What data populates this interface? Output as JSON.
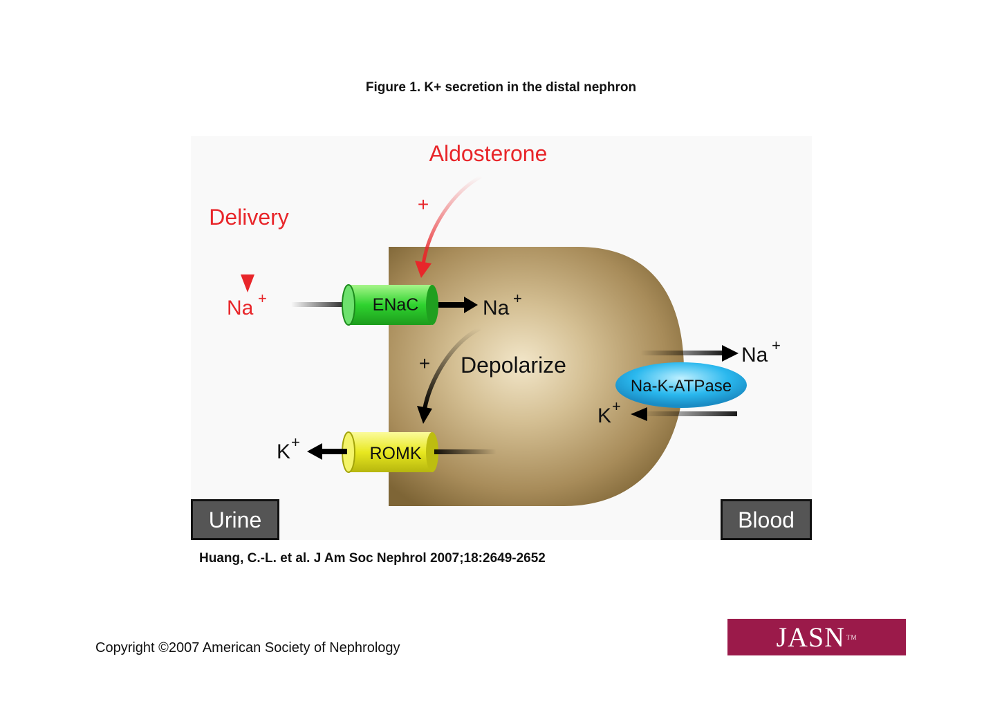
{
  "figure": {
    "title": "Figure 1. K+ secretion in the distal nephron",
    "citation": "Huang, C.-L. et al. J Am Soc Nephrol 2007;18:2649-2652"
  },
  "diagram": {
    "aldosterone": "Aldosterone",
    "delivery": "Delivery",
    "plus_aldosterone": "+",
    "plus_depolarize": "+",
    "depolarize": "Depolarize",
    "enac": "ENaC",
    "romk": "ROMK",
    "pump": "Na-K-ATPase",
    "na_lumen": "Na",
    "na_cell": "Na",
    "na_blood": "Na",
    "k_blood": "K",
    "k_urine": "K",
    "superscript_plus": "+",
    "urine_label": "Urine",
    "blood_label": "Blood",
    "colors": {
      "red": "#e8262a",
      "cell": "#a88c5a",
      "enac": "#2fd32f",
      "romk": "#e8e820",
      "pump": "#2ab8ee"
    }
  },
  "footer": {
    "copyright": "Copyright ©2007 American Society of Nephrology",
    "logo": "JASN",
    "logo_tm": "TM"
  }
}
